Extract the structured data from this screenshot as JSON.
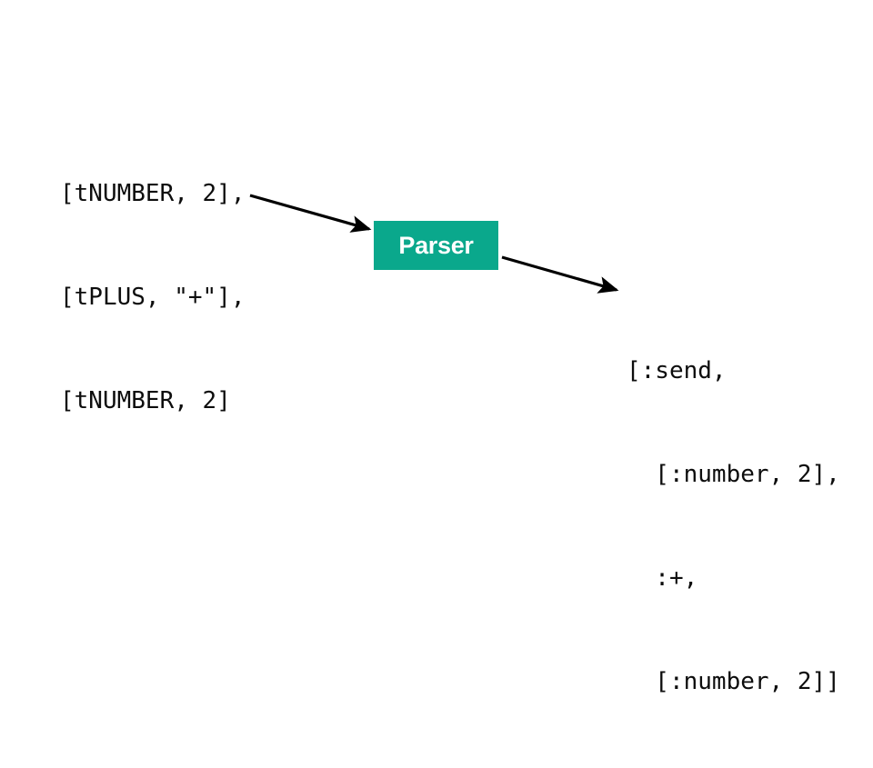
{
  "diagram": {
    "title": "Parser pipeline diagram",
    "background_color": "#ffffff",
    "accent_color": "#0aa88c",
    "text_color": "#0d0d0d",
    "box_label_color": "#ffffff",
    "arrow_color": "#000000"
  },
  "input": {
    "name": "token-stream",
    "lines": [
      "[tNUMBER, 2],",
      "[tPLUS, \"+\"],",
      "[tNUMBER, 2]"
    ]
  },
  "process": {
    "name": "parser",
    "label": "Parser"
  },
  "output": {
    "name": "ast-output",
    "lines": [
      "[:send,",
      "  [:number, 2],",
      "  :+,",
      "  [:number, 2]]"
    ]
  },
  "arrows": [
    {
      "name": "arrow-input-to-parser",
      "from": "token-stream",
      "to": "parser"
    },
    {
      "name": "arrow-parser-to-output",
      "from": "parser",
      "to": "ast-output"
    }
  ]
}
